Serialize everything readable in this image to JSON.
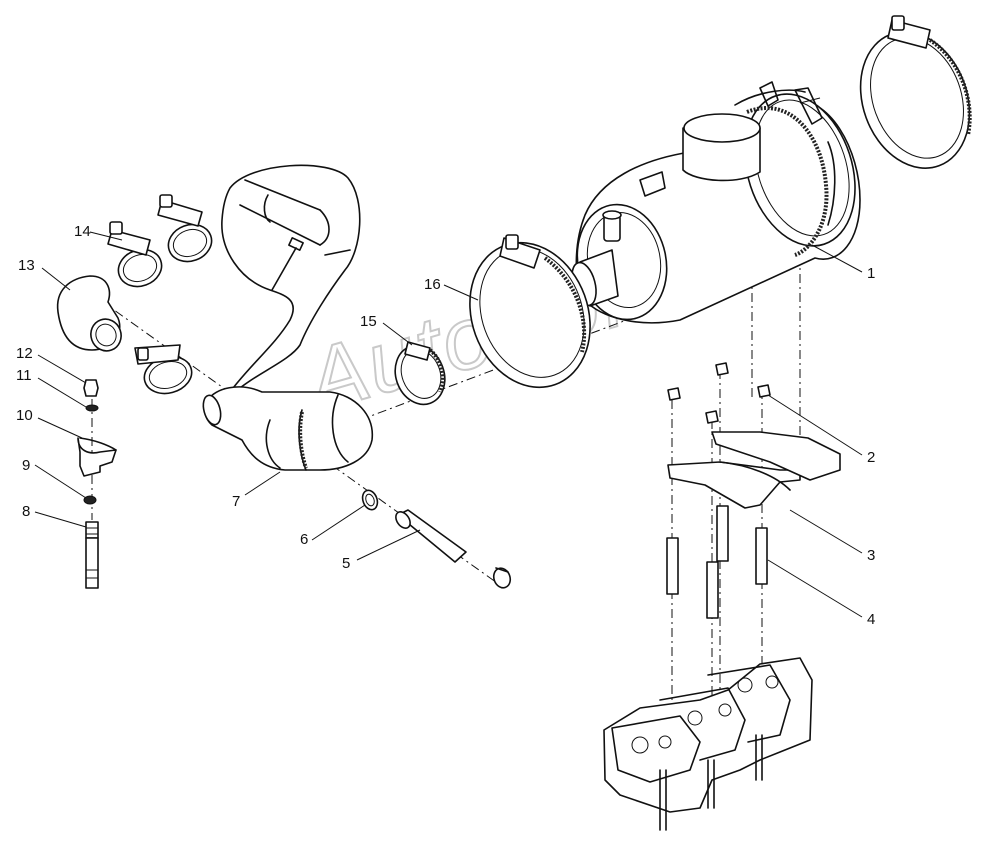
{
  "watermark": "AutoSoft",
  "callouts": [
    {
      "id": "label-1",
      "text": "1"
    },
    {
      "id": "label-2",
      "text": "2"
    },
    {
      "id": "label-3",
      "text": "3"
    },
    {
      "id": "label-4",
      "text": "4"
    },
    {
      "id": "label-5",
      "text": "5"
    },
    {
      "id": "label-6",
      "text": "6"
    },
    {
      "id": "label-7",
      "text": "7"
    },
    {
      "id": "label-8",
      "text": "8"
    },
    {
      "id": "label-9",
      "text": "9"
    },
    {
      "id": "label-10",
      "text": "10"
    },
    {
      "id": "label-11",
      "text": "11"
    },
    {
      "id": "label-12",
      "text": "12"
    },
    {
      "id": "label-13",
      "text": "13"
    },
    {
      "id": "label-14",
      "text": "14"
    },
    {
      "id": "label-15",
      "text": "15"
    },
    {
      "id": "label-16",
      "text": "16"
    }
  ]
}
